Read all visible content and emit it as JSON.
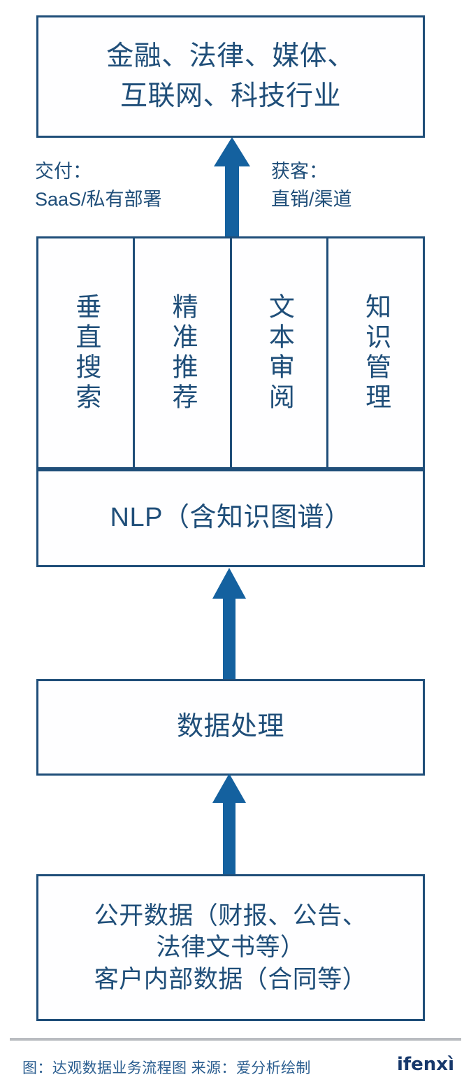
{
  "colors": {
    "box_border": "#1F4E79",
    "text_blue": "#1F4E79",
    "arrow_blue": "#14619F",
    "footer_text": "#2A5D8F",
    "footer_divider": "#B9BCC0",
    "brand": "#17386B",
    "background": "#FFFFFF"
  },
  "industries": {
    "line1": "金融、法律、媒体、",
    "line2": "互联网、科技行业"
  },
  "captions": {
    "delivery": {
      "label": "交付：",
      "value": "SaaS/私有部署"
    },
    "acquisition": {
      "label": "获客：",
      "value": "直销/渠道"
    }
  },
  "products": [
    {
      "label": "垂直搜索"
    },
    {
      "label": "精准推荐"
    },
    {
      "label": "文本审阅"
    },
    {
      "label": "知识管理"
    }
  ],
  "nlp": {
    "label": "NLP（含知识图谱）"
  },
  "data_processing": {
    "label": "数据处理"
  },
  "source_data": {
    "line1": "公开数据（财报、公告、",
    "line2": "法律文书等）",
    "line3": "客户内部数据（合同等）"
  },
  "arrows": [
    {
      "name": "products-to-industries",
      "direction": "up"
    },
    {
      "name": "nlp-to-products",
      "direction": "up"
    },
    {
      "name": "source-to-dataproc",
      "direction": "up"
    }
  ],
  "footer": {
    "caption": "图：达观数据业务流程图 来源：爱分析绘制",
    "brand": "ifenxì"
  }
}
